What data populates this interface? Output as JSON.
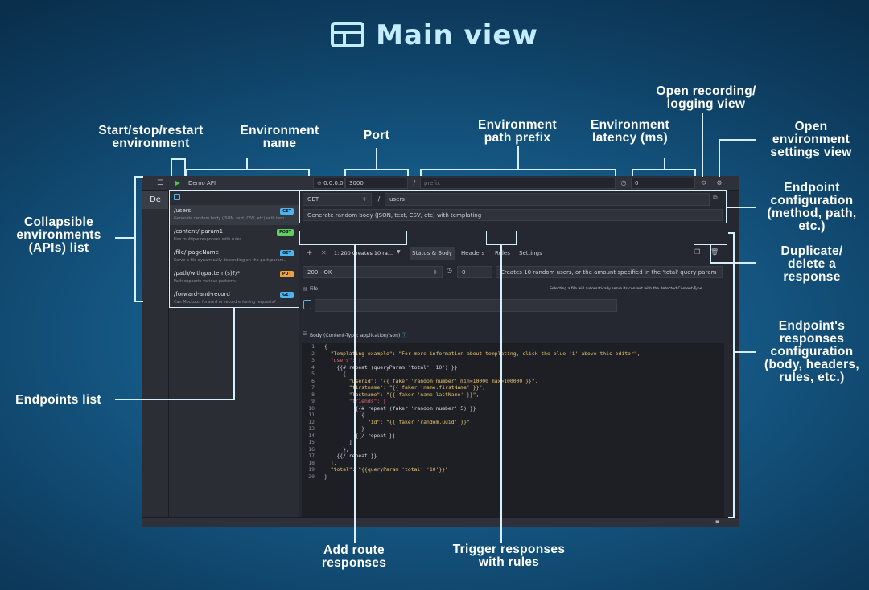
{
  "title": "Main view",
  "annotations": {
    "start_stop": "Start/stop/restart\nenvironment",
    "env_name": "Environment\nname",
    "port": "Port",
    "path_prefix": "Environment\npath prefix",
    "latency": "Environment\nlatency (ms)",
    "recording": "Open recording/\nlogging view",
    "settings": "Open\nenvironment\nsettings view",
    "collapsible": "Collapsible\nenvironments\n(APIs) list",
    "endpoint_config": "Endpoint\nconfiguration\n(method, path,\netc.)",
    "duplicate": "Duplicate/\ndelete a\nresponse",
    "responses_config": "Endpoint's\nresponses\nconfiguration\n(body, headers,\nrules, etc.)",
    "endpoints_list": "Endpoints list",
    "add_route": "Add route\nresponses",
    "trigger": "Trigger responses\nwith rules"
  },
  "app": {
    "menu_icon": "hamburger-icon",
    "play_icon": "play-icon",
    "env_name": "Demo API",
    "host": "0.0.0.0 :",
    "port": "3000",
    "prefix_sep": "/",
    "prefix_placeholder": "prefix",
    "latency": "0",
    "env_abbrev": "De",
    "routes": [
      {
        "path": "/users",
        "desc": "Generate random body (JSON, text, CSV, etc) with tem...",
        "method": "GET",
        "color": "#4fb4f0"
      },
      {
        "path": "/content/:param1",
        "desc": "Use multiple responses with rules",
        "method": "POST",
        "color": "#5fd05f"
      },
      {
        "path": "/file/:pageName",
        "desc": "Serve a file dynamically depending on the path param...",
        "method": "GET",
        "color": "#4fb4f0"
      },
      {
        "path": "/path/with/pattern(s)?/*",
        "desc": "Path supports various patterns",
        "method": "PUT",
        "color": "#f0a040"
      },
      {
        "path": "/forward-and-record",
        "desc": "Can Mockoon forward or record entering requests?",
        "method": "GET",
        "color": "#4fb4f0"
      }
    ],
    "method": "GET",
    "path_sep": "/",
    "path": "users",
    "route_desc": "Generate random body (JSON, text, CSV, etc) with templating",
    "response_select": "1: 200  Creates 10 ra...",
    "tabs": [
      "Status & Body",
      "Headers",
      "Rules",
      "Settings"
    ],
    "status": "200 - OK",
    "resp_latency": "0",
    "resp_desc": "Creates 10 random users, or the amount specified in the 'total' query param",
    "file_label": "File",
    "file_hint": "Selecting a file will automatically serve its content with the detected Content-Type",
    "body_label": "Body (Content-Type: application/json)",
    "code": [
      {
        "n": "1",
        "t": "{"
      },
      {
        "n": "2",
        "t": "  \"Templating example\": \"For more information about templating, click the blue 'i' above this editor\","
      },
      {
        "n": "3",
        "t": "  \"users\": ["
      },
      {
        "n": "4",
        "t": "    {{# repeat (queryParam 'total' '10') }}"
      },
      {
        "n": "5",
        "t": "      {"
      },
      {
        "n": "6",
        "t": "        \"userId\": \"{{ faker 'random.number' min=10000 max=100000 }}\","
      },
      {
        "n": "7",
        "t": "        \"firstname\": \"{{ faker 'name.firstName' }}\","
      },
      {
        "n": "8",
        "t": "        \"lastname\": \"{{ faker 'name.lastName' }}\","
      },
      {
        "n": "9",
        "t": "        \"friends\": ["
      },
      {
        "n": "10",
        "t": "          {{# repeat (faker 'random.number' 5) }}"
      },
      {
        "n": "11",
        "t": "            {"
      },
      {
        "n": "12",
        "t": "              \"id\": \"{{ faker 'random.uuid' }}\""
      },
      {
        "n": "13",
        "t": "            }"
      },
      {
        "n": "14",
        "t": "          {{/ repeat }}"
      },
      {
        "n": "15",
        "t": "        ]"
      },
      {
        "n": "16",
        "t": "      },"
      },
      {
        "n": "17",
        "t": "    {{/ repeat }}"
      },
      {
        "n": "18",
        "t": "  ],"
      },
      {
        "n": "19",
        "t": "  \"total\": \"{{queryParam 'total' '10'}}\""
      },
      {
        "n": "20",
        "t": "}"
      }
    ]
  }
}
